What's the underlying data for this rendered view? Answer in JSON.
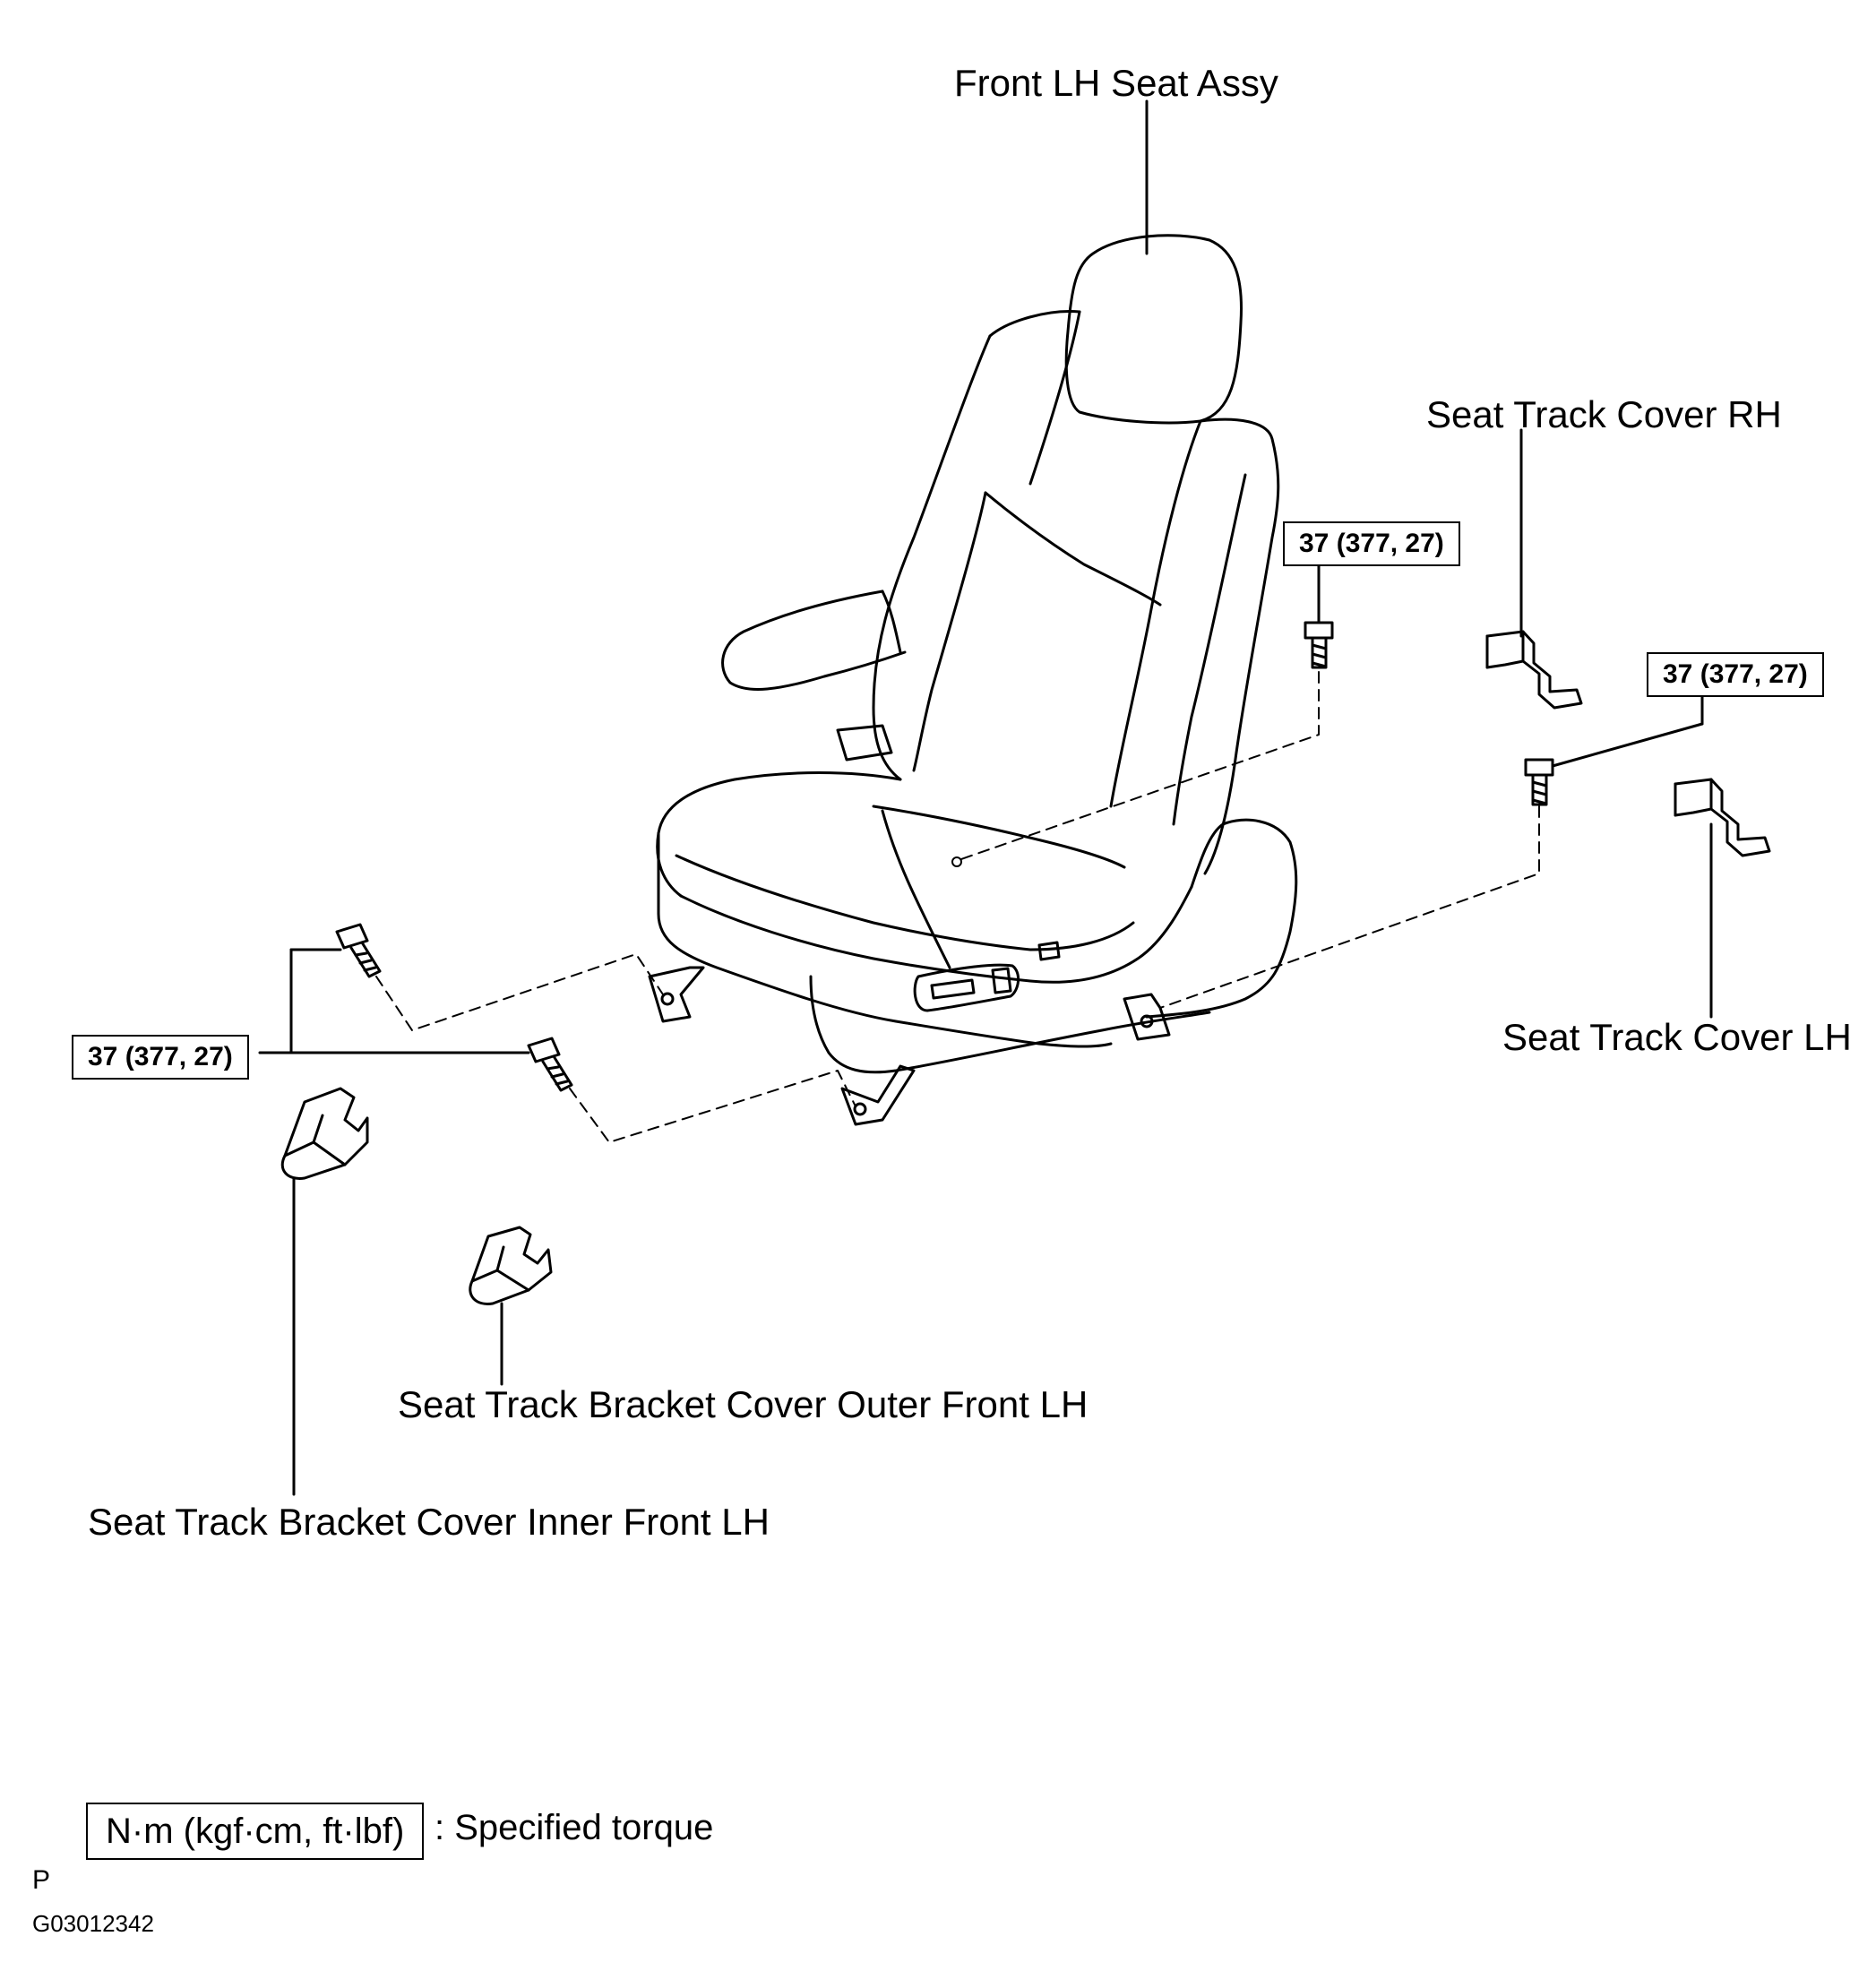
{
  "labels": {
    "front_lh_seat_assy": "Front LH Seat Assy",
    "seat_track_cover_rh": "Seat Track Cover RH",
    "seat_track_cover_lh": "Seat Track Cover LH",
    "bracket_cover_outer_front_lh": "Seat Track Bracket Cover Outer Front LH",
    "bracket_cover_inner_front_lh": "Seat Track Bracket Cover Inner Front LH"
  },
  "torque": {
    "center": "37 (377, 27)",
    "right": "37 (377, 27)",
    "left": "37 (377, 27)"
  },
  "legend": {
    "unit": "N·m (kgf·cm, ft·lbf)",
    "description": ": Specified torque"
  },
  "footer": {
    "marker": "P",
    "figure_code": "G03012342"
  }
}
